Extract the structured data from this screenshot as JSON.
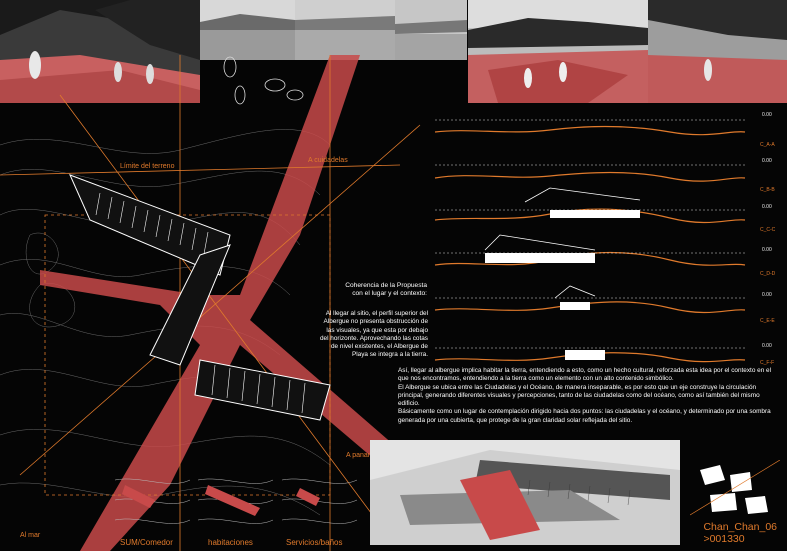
{
  "map_labels": {
    "limite": "Límite del terreno",
    "cuidadelas": "A cuidadelas",
    "panamericana": "A panamericana",
    "al_mar": "Al mar"
  },
  "sections": [
    {
      "level": "0.00",
      "label": "C_A-A"
    },
    {
      "level": "0.00",
      "label": "C_B-B"
    },
    {
      "level": "0.00",
      "label": "C_C-C"
    },
    {
      "level": "0.00",
      "label": "C_D-D"
    },
    {
      "level": "0.00",
      "label": "C_E-E"
    },
    {
      "level": "0.00",
      "label": "C_F-F"
    }
  ],
  "text": {
    "heading": "Coherencia de la Propuesta con el lugar y el contexto:",
    "left_block": "Al llegar al sitio, el perfil superior del Albergue no presenta obstrucción de las visuales, ya que esta por debajo del horizonte. Aprovechando las cotas de nivel existentes, el Albergue de Playa se integra a la tierra.",
    "main_block": [
      "Así, llegar al albergue implica habitar la tierra, entendiendo a esto, como un hecho cultural, reforzada esta idea por el contexto en el que nos encontramos, entendiendo a la tierra como un elemento con un alto contenido simbólico.",
      "El Albergue se ubica entre las Ciudadelas y el Océano, de manera inseparable, es por esto que un eje construye la circulación principal, generando diferentes visuales y percepciones, tanto de las ciudadelas como del océano, como así también del mismo edificio.",
      "Básicamente como un lugar de contemplación dirigido hacia dos puntos: las ciudadelas y el océano, y determinado por una sombra generada por una cubierta, que protege de la gran claridad solar reflejada del sitio."
    ]
  },
  "legend": [
    "SUM/Comedor",
    "habitaciones",
    "Servicios/baños"
  ],
  "project_id": {
    "line1": "Chan_Chan_06",
    "line2": ">001330"
  },
  "colors": {
    "accent": "#e07a2c",
    "red": "#c84a4a",
    "background": "#050505"
  }
}
